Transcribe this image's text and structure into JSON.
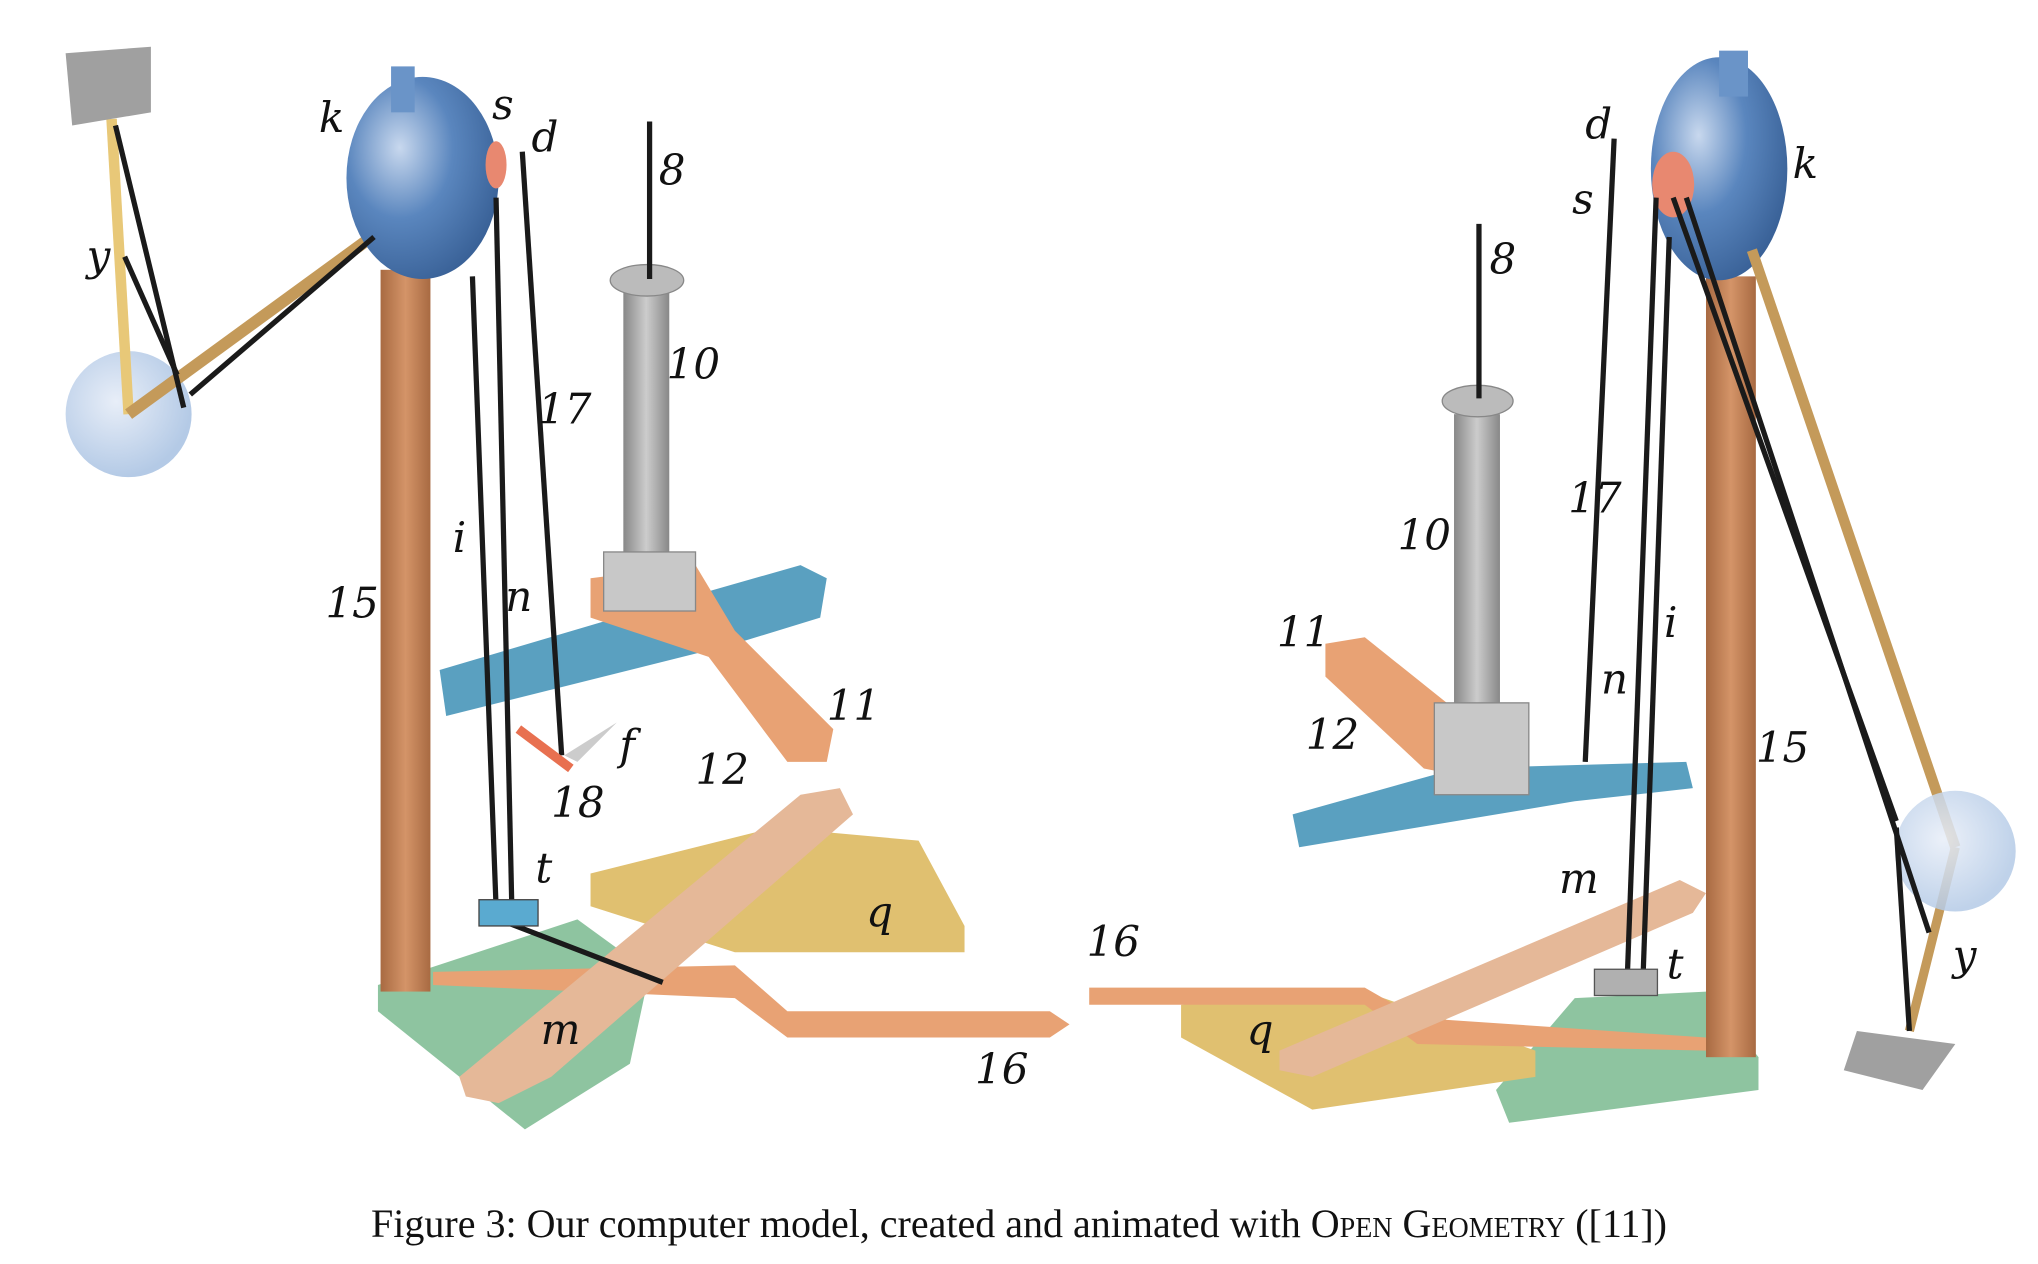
{
  "figure": {
    "labels_left": {
      "k": "k",
      "s": "s",
      "d": "d",
      "eight": "8",
      "y": "y",
      "ten": "10",
      "seventeen": "17",
      "i": "i",
      "fifteen": "15",
      "n": "n",
      "eleven": "11",
      "f": "f",
      "twelve": "12",
      "eighteen": "18",
      "t": "t",
      "q": "q",
      "m": "m",
      "sixteen": "16"
    },
    "labels_right": {
      "k": "k",
      "s": "s",
      "d": "d",
      "eight": "8",
      "ten": "10",
      "seventeen": "17",
      "i": "i",
      "n": "n",
      "eleven": "11",
      "twelve": "12",
      "fifteen": "15",
      "m": "m",
      "t": "t",
      "q": "q",
      "y": "y",
      "sixteen": "16"
    }
  },
  "caption": {
    "prefix": "Figure 3: Our computer model, created and animated with ",
    "name": "Open Geometry",
    "suffix": " ([11])"
  },
  "colors": {
    "sphere": "#4a78b0",
    "post": "#c0845a",
    "arm": "#e8a274",
    "board": "#5aa0c0",
    "sector": "#e0c070",
    "base": "#8ec4a0",
    "grey": "#a0a0a0"
  }
}
